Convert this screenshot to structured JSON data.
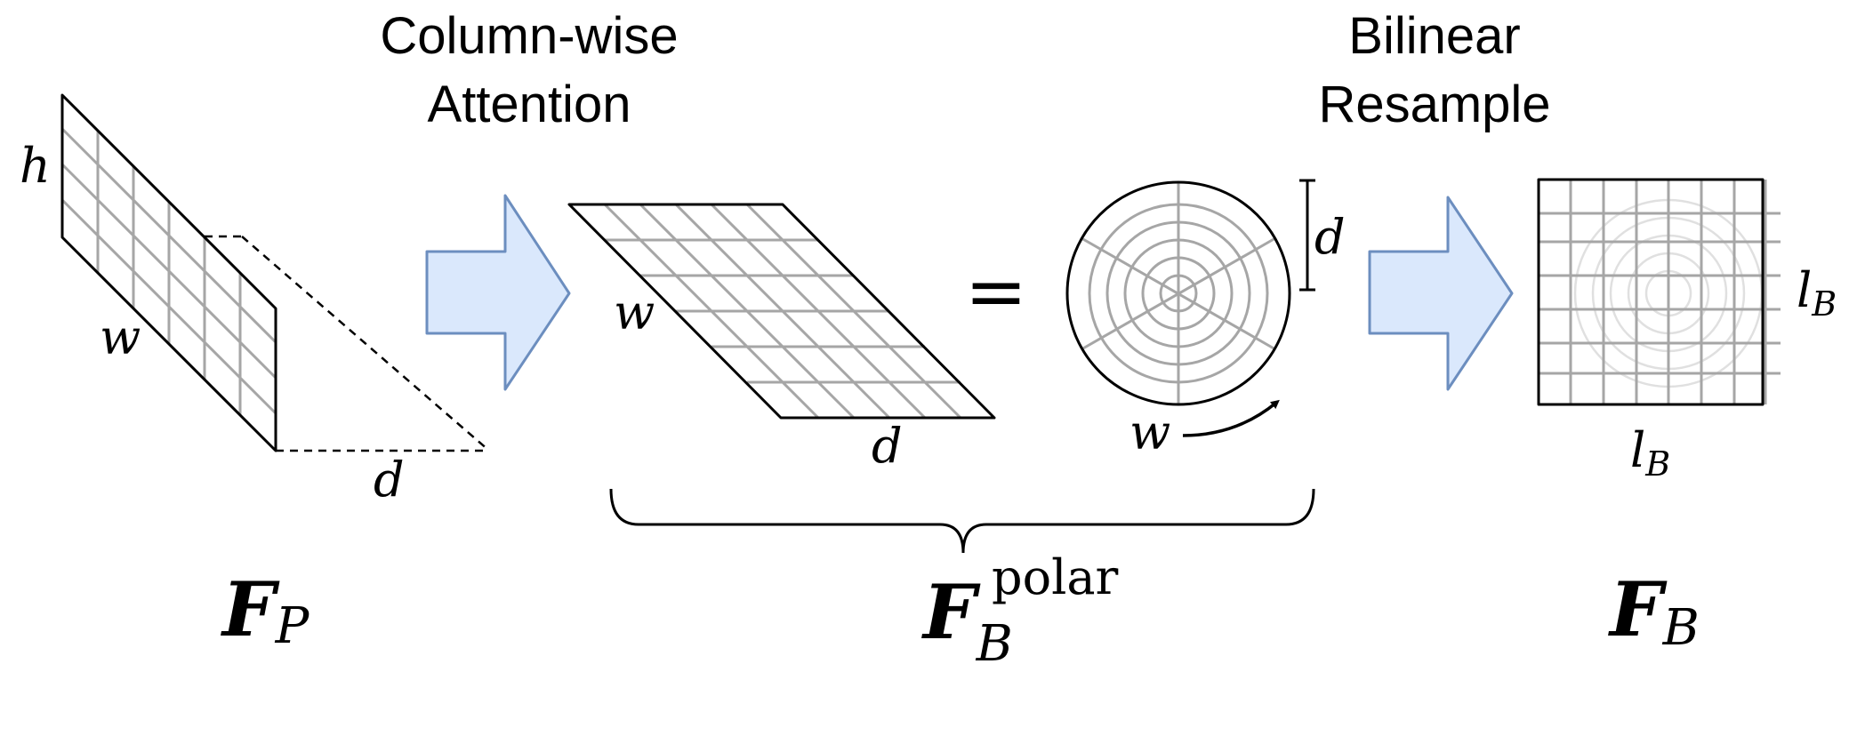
{
  "headings": {
    "column_attention": [
      "Column-wise",
      "Attention"
    ],
    "bilinear_resample": [
      "Bilinear",
      "Resample"
    ]
  },
  "perspective_feature": {
    "height_label": "h",
    "width_label": "w",
    "depth_label": "d",
    "name": {
      "base": "F",
      "sub": "P"
    }
  },
  "polar_feature": {
    "width_label": "w",
    "depth_label": "d",
    "equals": "=",
    "radius_label": "d",
    "angle_label": "w",
    "name": {
      "base": "F",
      "sub": "B",
      "sup": "polar"
    }
  },
  "bev_feature": {
    "side_label": {
      "base": "l",
      "sub": "B"
    },
    "bottom_label": {
      "base": "l",
      "sub": "B"
    },
    "name": {
      "base": "F",
      "sub": "B"
    }
  },
  "colors": {
    "arrow_fill": "#dae8fc",
    "arrow_stroke": "#6c8ebf",
    "grid": "#a6a6a6",
    "outline": "#000000"
  }
}
